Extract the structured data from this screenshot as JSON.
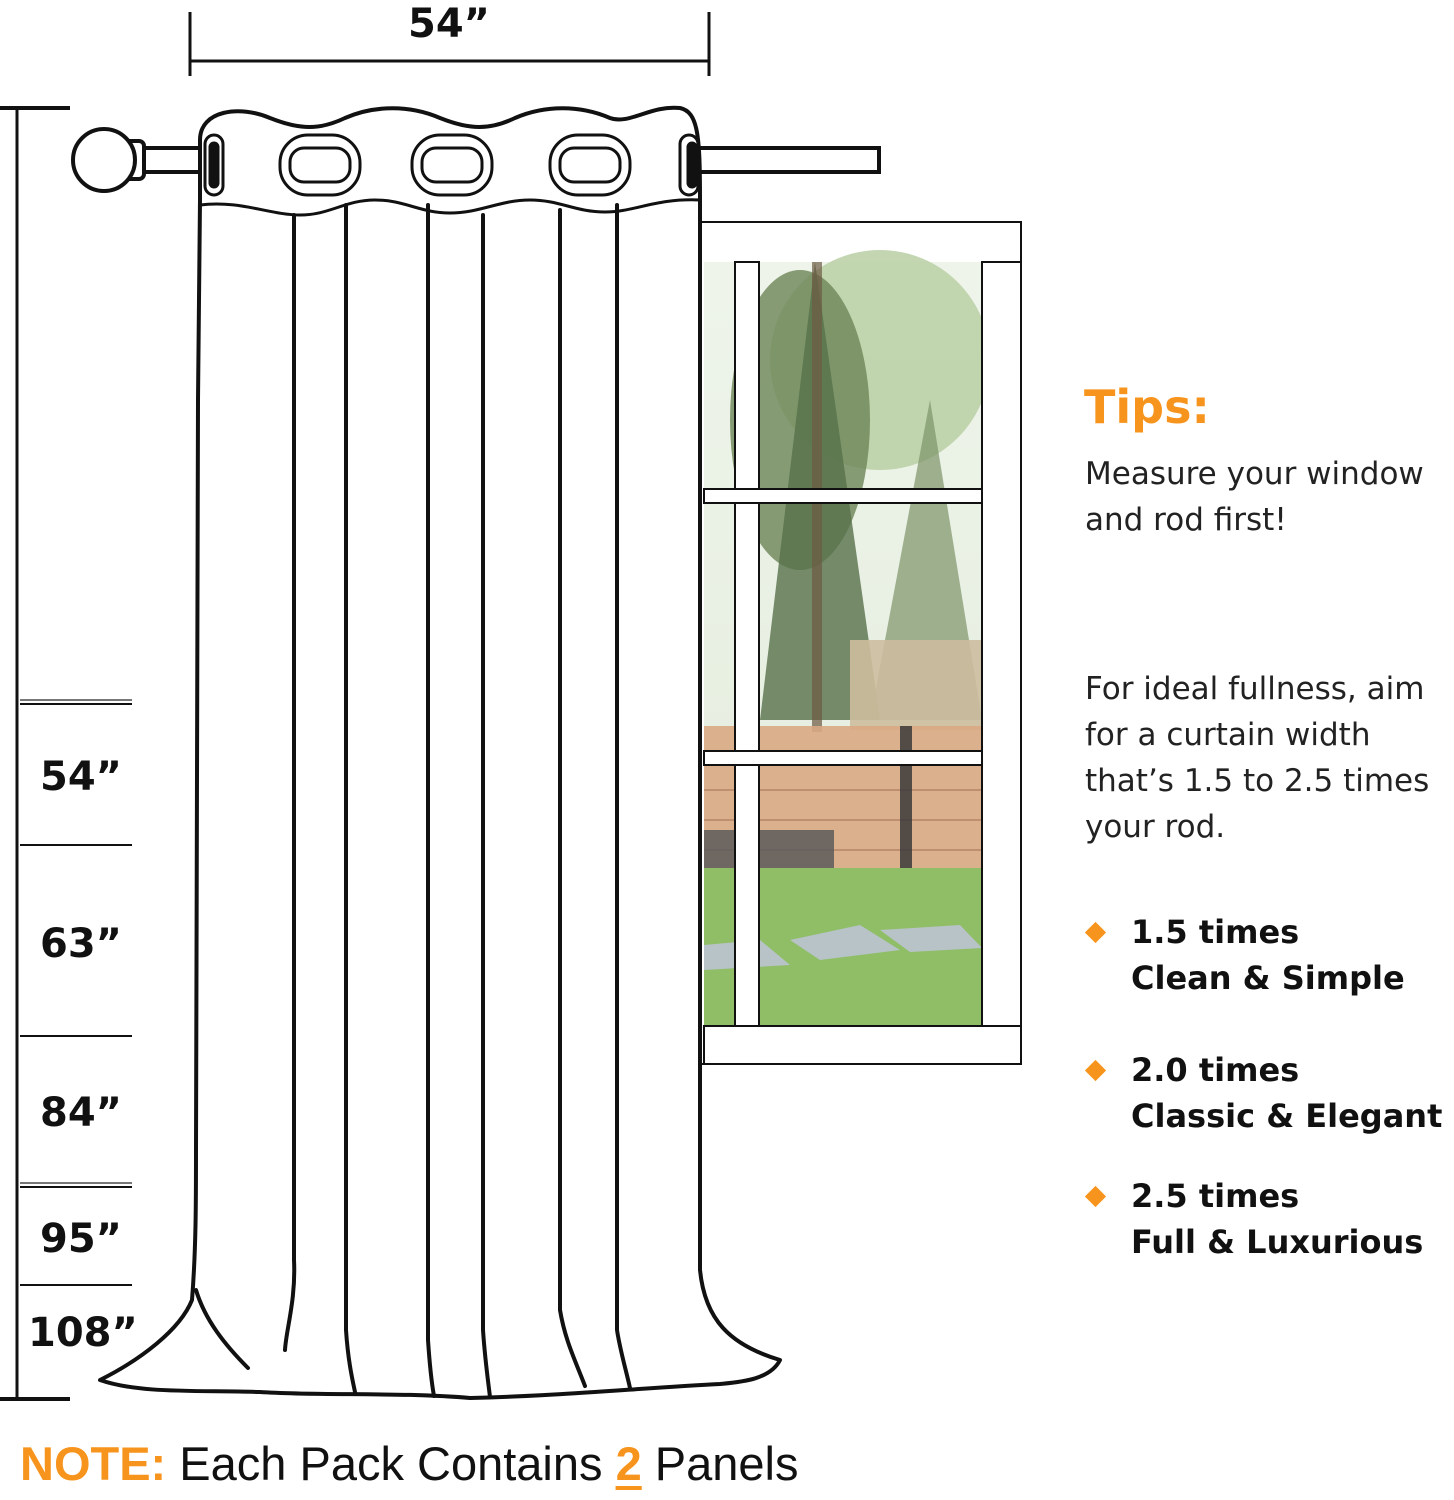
{
  "colors": {
    "accent": "#f7941d",
    "line": "#111111"
  },
  "width_label": "54”",
  "length_labels": [
    "54”",
    "63”",
    "84”",
    "95”",
    "108”"
  ],
  "tips": {
    "title": "Tips:",
    "measure_text": "Measure your window and rod first!",
    "fullness_text": "For ideal fullness, aim for a curtain width that’s 1.5 to 2.5 times your rod.",
    "options": [
      {
        "multiplier": "1.5 times",
        "style": "Clean & Simple"
      },
      {
        "multiplier": "2.0 times",
        "style": "Classic & Elegant"
      },
      {
        "multiplier": "2.5 times",
        "style": "Full & Luxurious"
      }
    ]
  },
  "note": {
    "label": "NOTE:",
    "text_before": "Each Pack Contains",
    "count": "2",
    "text_after": "Panels"
  },
  "icons": [
    "diamond-bullet-icon"
  ]
}
